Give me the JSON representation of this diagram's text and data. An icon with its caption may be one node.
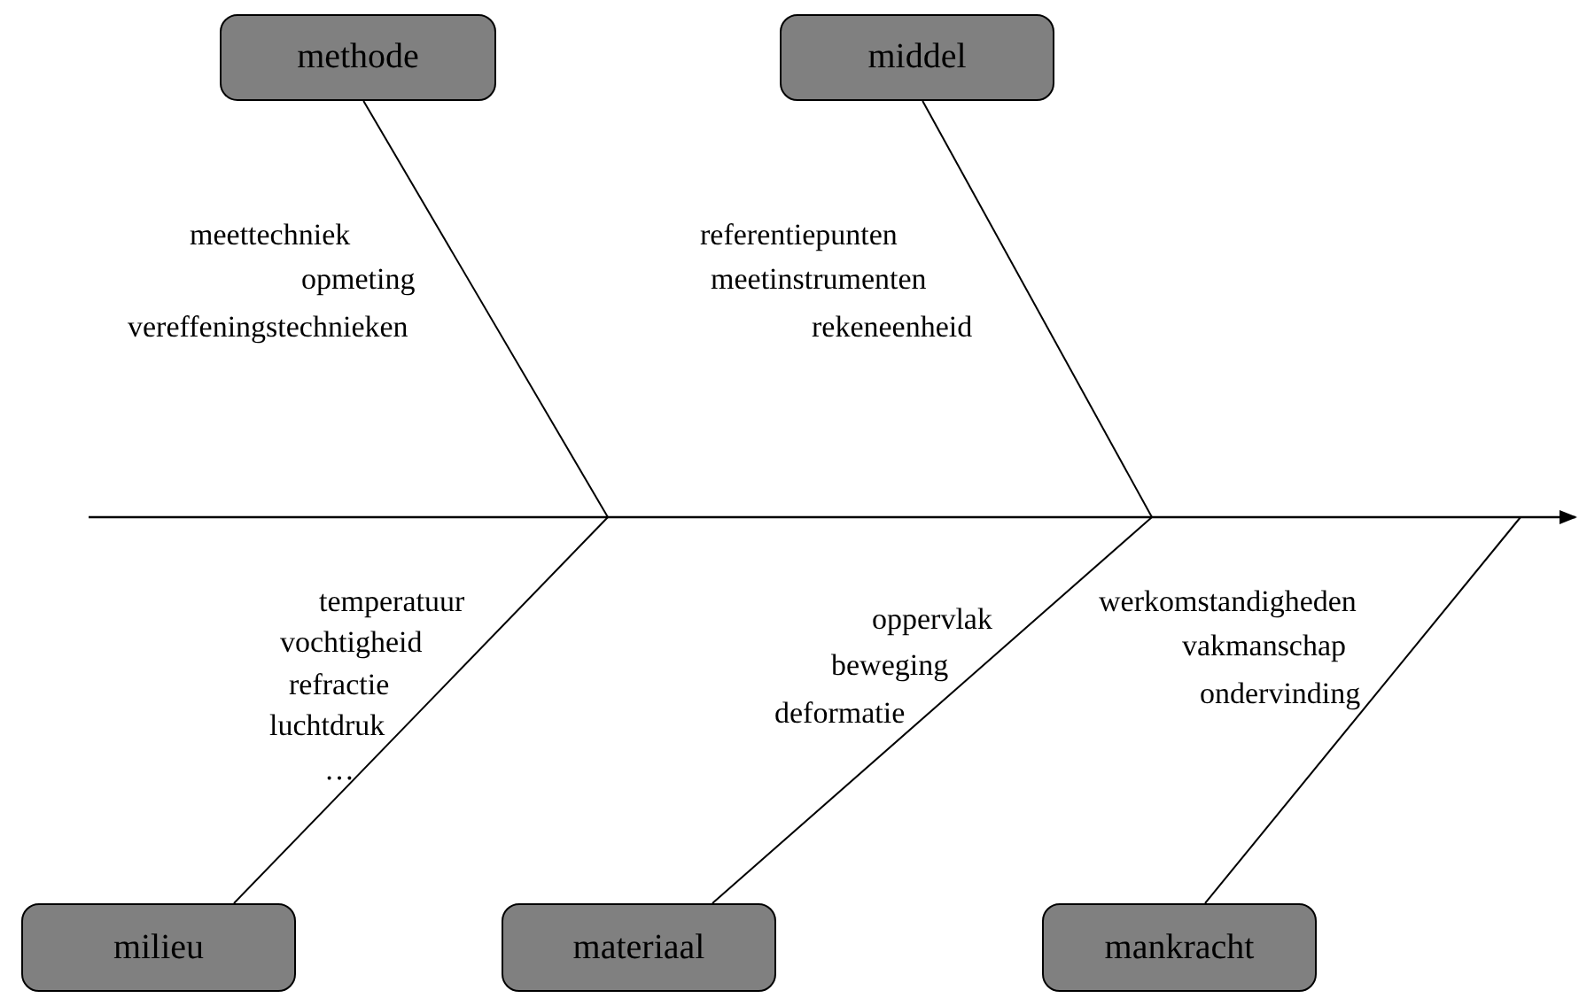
{
  "diagram": {
    "nodes": [
      {
        "text": [
          "methode"
        ],
        "beside": [
          "meettechniek",
          "opmeting",
          "vereffeningstechnieken"
        ]
      },
      {
        "text": [
          "middel"
        ],
        "beside": [
          "referentiepunten",
          "meetinstrumenten",
          "rekeneenheid"
        ]
      },
      {
        "text": [
          "milieu"
        ],
        "beside": [
          "temperatuur",
          "vochtigheid",
          "refractie",
          "luchtdruk",
          "…"
        ]
      },
      {
        "text": [
          "materiaal"
        ],
        "beside": [
          "oppervlak",
          "beweging",
          "deformatie"
        ]
      },
      {
        "text": [
          "mankracht"
        ],
        "beside": [
          "werkomstandigheden",
          "vakmanschap",
          "ondervinding"
        ]
      }
    ],
    "edges": [
      {
        "from": 0,
        "to": null,
        "arrow": "none"
      },
      {
        "from": 1,
        "to": null,
        "arrow": "none"
      },
      {
        "from": 2,
        "to": null,
        "arrow": "none"
      },
      {
        "from": 3,
        "to": null,
        "arrow": "none"
      },
      {
        "from": 4,
        "to": null,
        "arrow": "none"
      }
    ]
  }
}
